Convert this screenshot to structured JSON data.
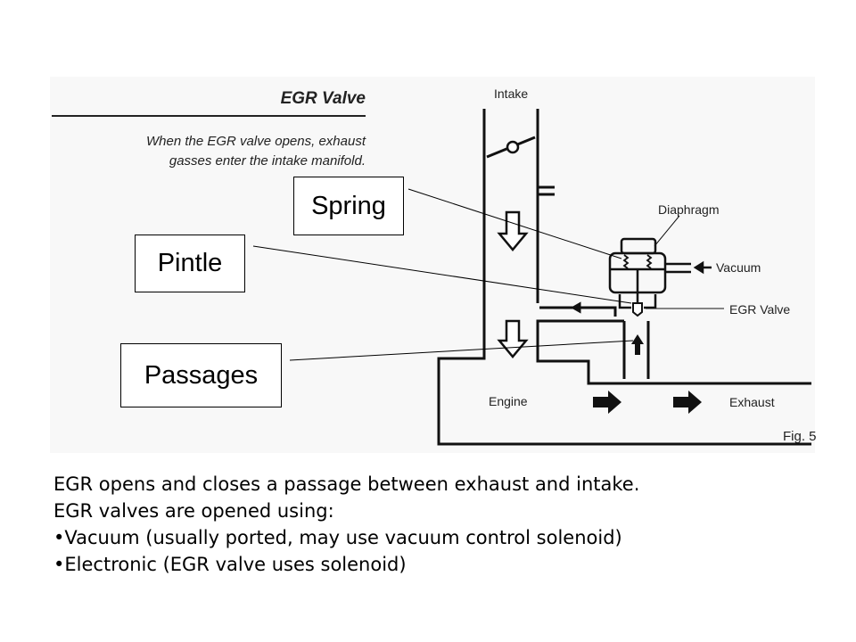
{
  "figure": {
    "title": "EGR Valve",
    "caption_line1": "When the EGR valve opens, exhaust",
    "caption_line2": "gasses enter the intake manifold.",
    "labels": {
      "intake": "Intake",
      "diaphragm": "Diaphragm",
      "vacuum": "Vacuum",
      "egr_valve": "EGR Valve",
      "engine": "Engine",
      "exhaust": "Exhaust",
      "fig": "Fig. 5"
    }
  },
  "callouts": {
    "spring": "Spring",
    "pintle": "Pintle",
    "passages": "Passages"
  },
  "body": {
    "line1": "EGR opens and closes a passage between exhaust and intake.",
    "line2": "EGR valves are opened using:",
    "line3": "•Vacuum (usually ported, may use vacuum control solenoid)",
    "line4": "•Electronic (EGR valve uses solenoid)"
  }
}
